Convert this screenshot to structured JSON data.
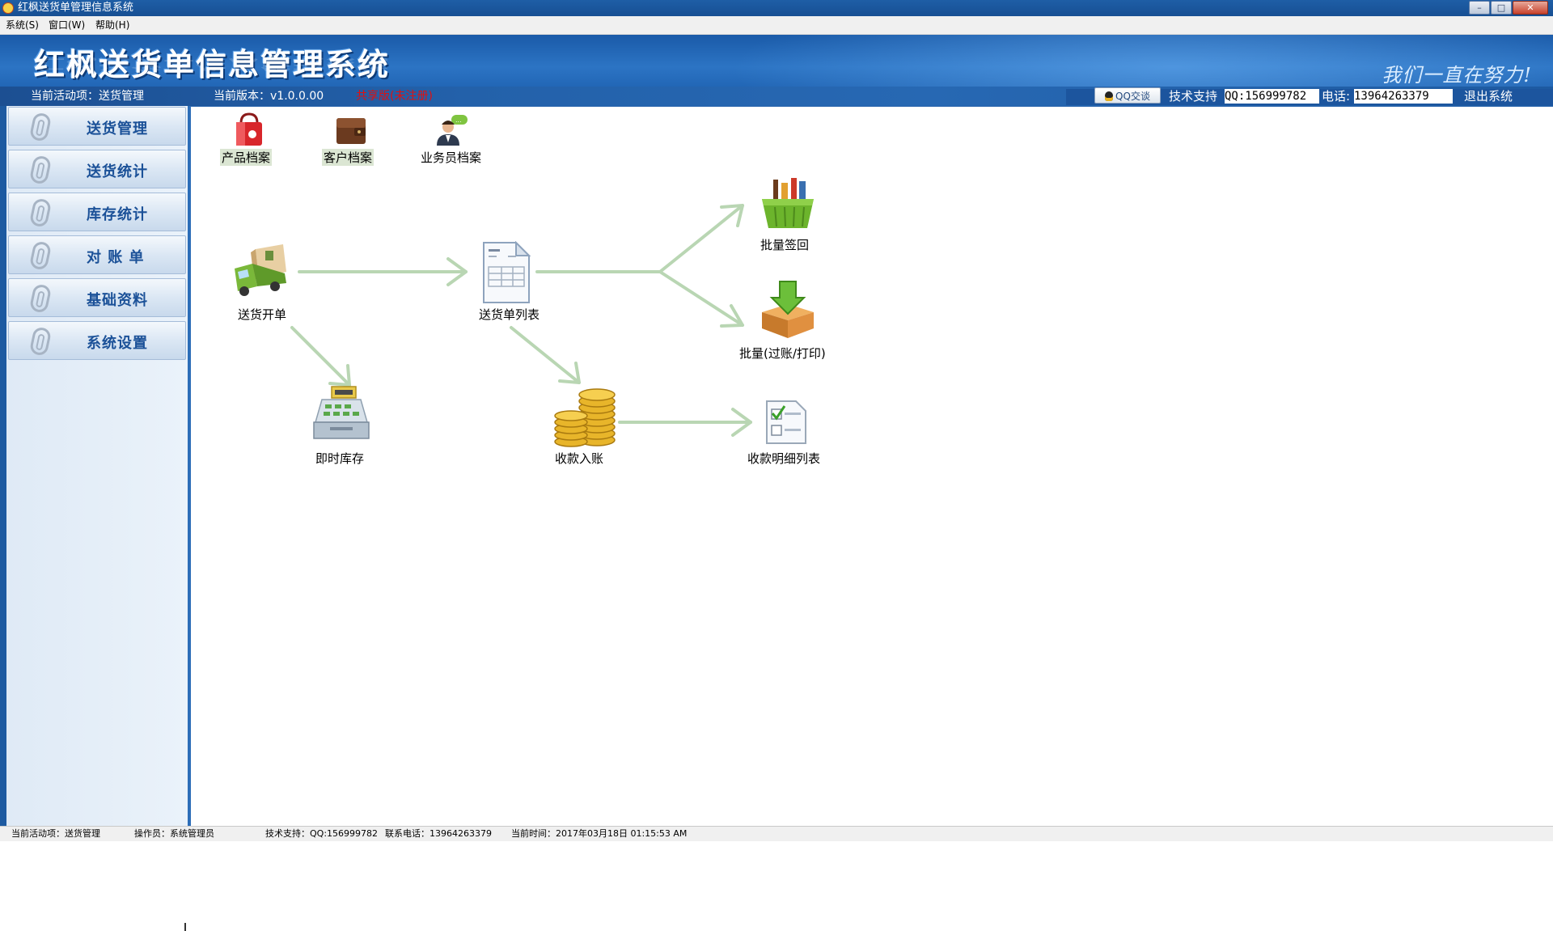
{
  "window": {
    "title": "红枫送货单管理信息系统"
  },
  "menu": {
    "items": [
      "系统(S)",
      "窗口(W)",
      "帮助(H)"
    ]
  },
  "banner": {
    "title": "红枫送货单信息管理系统",
    "slogan": "我们一直在努力!",
    "active_item": "当前活动项：送货管理",
    "version": "当前版本：v1.0.0.00",
    "edition": "共享版(未注册)",
    "qq_chat": "QQ交谈",
    "tech_support_label": "技术支持",
    "qq_number": "QQ:156999782",
    "phone_label": "电话:",
    "phone_number": "13964263379",
    "logout": "退出系统"
  },
  "sidebar": {
    "items": [
      {
        "label": "送货管理"
      },
      {
        "label": "送货统计"
      },
      {
        "label": "库存统计"
      },
      {
        "label": "对 账 单"
      },
      {
        "label": "基础资料"
      },
      {
        "label": "系统设置"
      }
    ]
  },
  "main": {
    "top_icons": [
      {
        "label": "产品档案",
        "icon": "shopping-bag-icon"
      },
      {
        "label": "客户档案",
        "icon": "wallet-icon"
      },
      {
        "label": "业务员档案",
        "icon": "salesperson-icon"
      }
    ],
    "flow": {
      "delivery_order": "送货开单",
      "order_list": "送货单列表",
      "batch_return": "批量签回",
      "batch_post_print": "批量(过账/打印)",
      "realtime_stock": "即时库存",
      "payment_entry": "收款入账",
      "payment_details": "收款明细列表"
    }
  },
  "statusbar": {
    "active_item": "当前活动项：送货管理",
    "operator": "操作员：系统管理员",
    "tech_support": "技术支持：QQ:156999782",
    "phone": "联系电话：13964263379",
    "time": "当前时间：2017年03月18日 01:15:53 AM"
  },
  "colors": {
    "banner_blue": "#1a5aa8",
    "sidebar_text": "#1b5198",
    "arrow_green": "#b9d6b3",
    "edition_red": "#e01010"
  }
}
